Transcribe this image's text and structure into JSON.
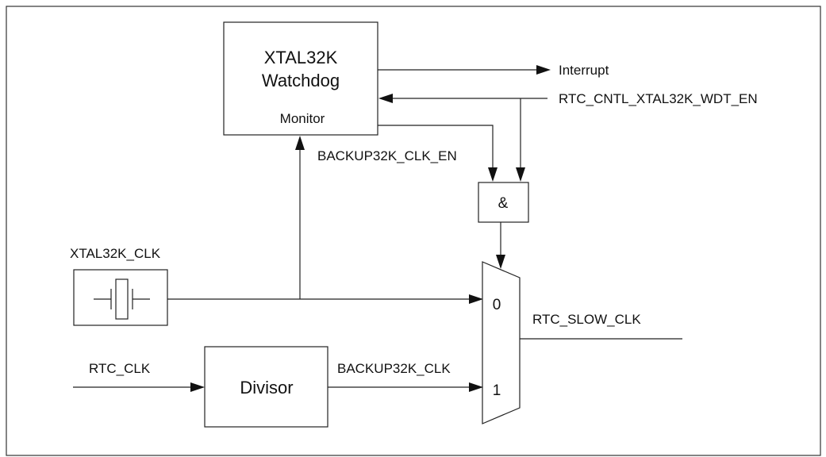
{
  "watchdog": {
    "title_line1": "XTAL32K",
    "title_line2": "Watchdog",
    "monitor_label": "Monitor"
  },
  "signals": {
    "interrupt": "Interrupt",
    "wdt_enable": "RTC_CNTL_XTAL32K_WDT_EN",
    "backup_clk_en": "BACKUP32K_CLK_EN",
    "xtal_clk": "XTAL32K_CLK",
    "rtc_clk": "RTC_CLK",
    "backup_clk": "BACKUP32K_CLK",
    "slow_clk": "RTC_SLOW_CLK"
  },
  "and_gate": {
    "symbol": "&"
  },
  "divisor": {
    "label": "Divisor"
  },
  "mux": {
    "input0": "0",
    "input1": "1"
  }
}
